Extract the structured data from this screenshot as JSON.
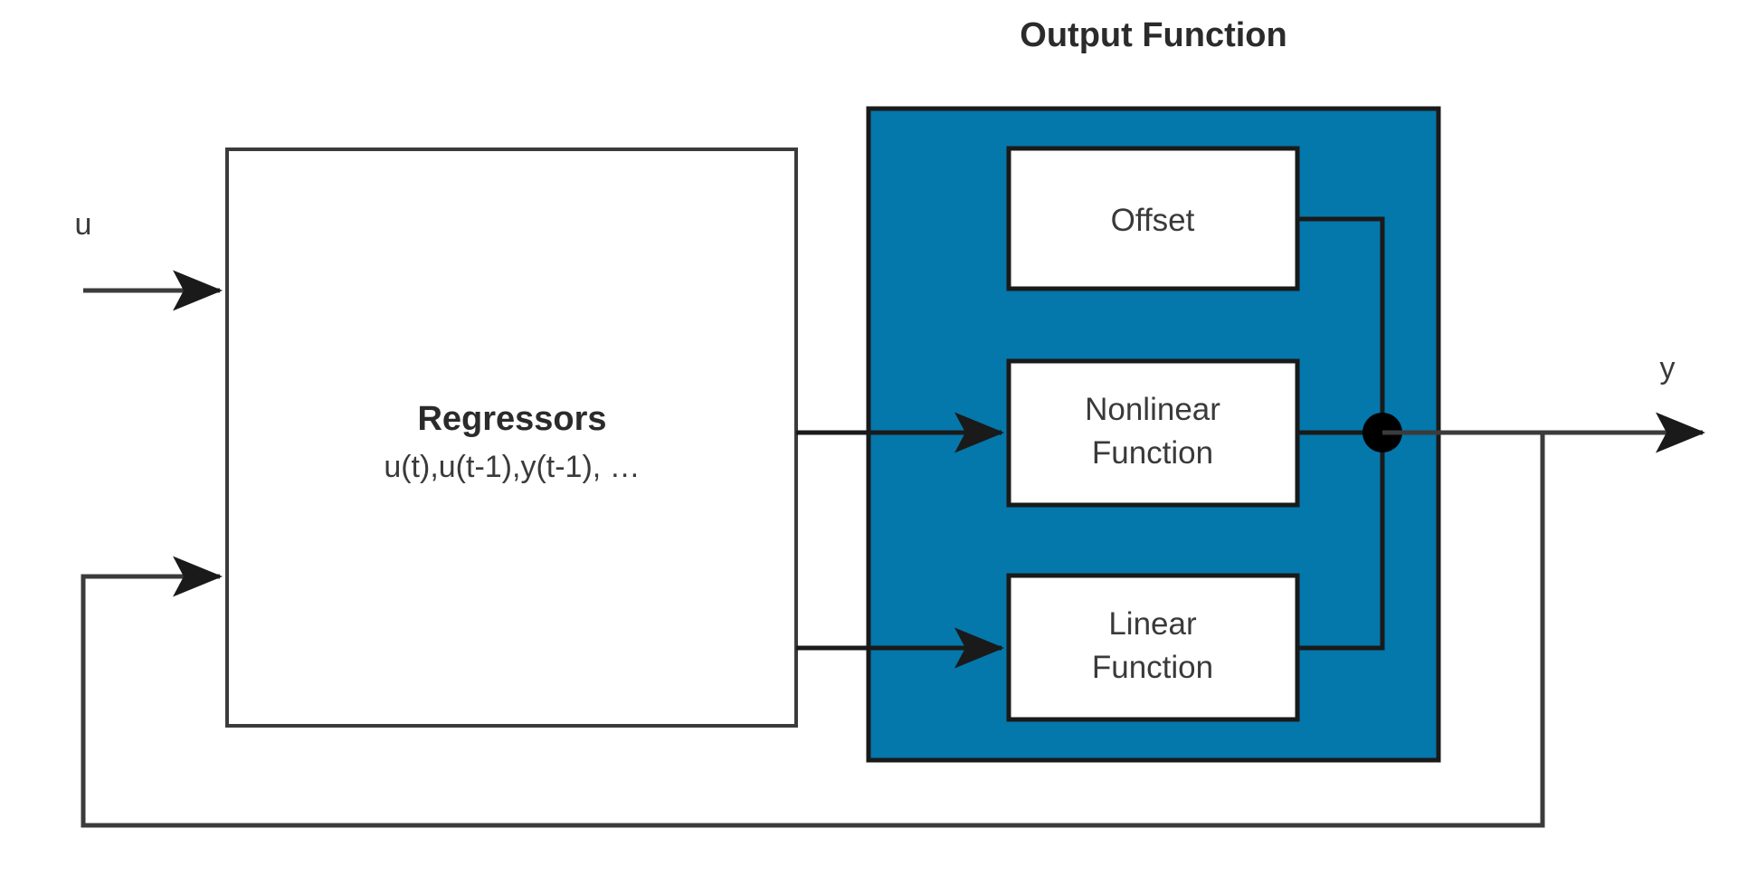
{
  "diagram": {
    "title": "Output Function",
    "colors": {
      "panel_fill": "#0477AB",
      "box_fill": "#FFFFFF",
      "line": "#1a1a1a",
      "text": "#2b2b2b",
      "background": "#FFFFFF"
    },
    "signals": {
      "input_label": "u",
      "output_label": "y"
    },
    "regressors_block": {
      "title": "Regressors",
      "subtitle": "u(t),u(t-1),y(t-1), …"
    },
    "output_function_panel": {
      "label": "Output Function",
      "blocks": [
        {
          "id": "offset",
          "label": "Offset",
          "lines": [
            "Offset"
          ]
        },
        {
          "id": "nonlinear",
          "label": "Nonlinear Function",
          "lines": [
            "Nonlinear",
            "Function"
          ]
        },
        {
          "id": "linear",
          "label": "Linear Function",
          "lines": [
            "Linear",
            "Function"
          ]
        }
      ]
    },
    "junction": {
      "name": "summing-junction",
      "symbol": "●"
    }
  }
}
